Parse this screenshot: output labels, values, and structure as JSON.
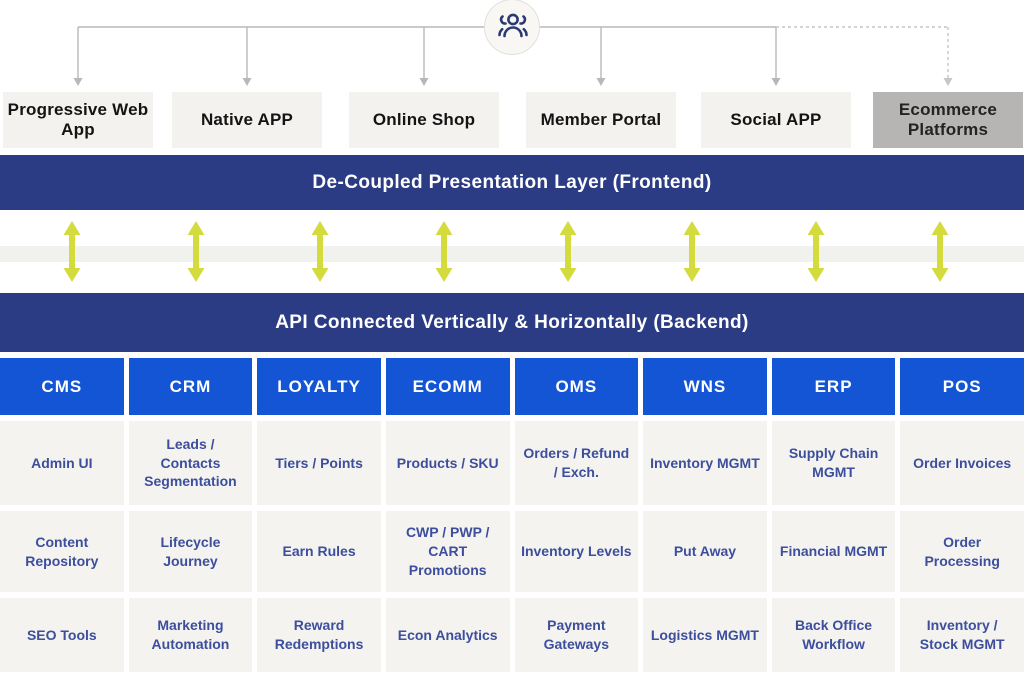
{
  "hub": {
    "icon": "users-group-icon"
  },
  "channels": [
    {
      "label": "Progressive Web App",
      "style": "light",
      "connector": "solid"
    },
    {
      "label": "Native APP",
      "style": "light",
      "connector": "solid"
    },
    {
      "label": "Online Shop",
      "style": "light",
      "connector": "solid"
    },
    {
      "label": "Member Portal",
      "style": "light",
      "connector": "solid"
    },
    {
      "label": "Social APP",
      "style": "light",
      "connector": "solid"
    },
    {
      "label": "Ecommerce Platforms",
      "style": "dark",
      "connector": "dashed"
    }
  ],
  "frontend_banner_label": "De-Coupled Presentation Layer (Frontend)",
  "backend_banner_label": "API Connected Vertically & Horizontally (Backend)",
  "sync_arrows": {
    "count": 8,
    "direction": "bidirectional-vertical",
    "color": "#d4dc3d"
  },
  "columns": [
    {
      "header": "CMS",
      "items": [
        "Admin UI",
        "Content Repository",
        "SEO Tools"
      ]
    },
    {
      "header": "CRM",
      "items": [
        "Leads / Contacts Segmentation",
        "Lifecycle Journey",
        "Marketing Automation"
      ]
    },
    {
      "header": "LOYALTY",
      "items": [
        "Tiers / Points",
        "Earn Rules",
        "Reward Redemptions"
      ]
    },
    {
      "header": "ECOMM",
      "items": [
        "Products / SKU",
        "CWP / PWP / CART Promotions",
        "Econ Analytics"
      ]
    },
    {
      "header": "OMS",
      "items": [
        "Orders / Refund / Exch.",
        "Inventory Levels",
        "Payment Gateways"
      ]
    },
    {
      "header": "WNS",
      "items": [
        "Inventory MGMT",
        "Put Away",
        "Logistics MGMT"
      ]
    },
    {
      "header": "ERP",
      "items": [
        "Supply Chain MGMT",
        "Financial MGMT",
        "Back Office Workflow"
      ]
    },
    {
      "header": "POS",
      "items": [
        "Order Invoices",
        "Order Processing",
        "Inventory / Stock MGMT"
      ]
    }
  ],
  "colors": {
    "banner_navy": "#2b3c85",
    "header_blue": "#1355d4",
    "cell_bg": "#f4f3f0",
    "cell_text": "#3c4e9c",
    "channel_bg": "#f4f2ef",
    "channel_dark_bg": "#b7b5b3",
    "arrow_green": "#d4dc3d",
    "line_gray": "#b8b8b8"
  }
}
